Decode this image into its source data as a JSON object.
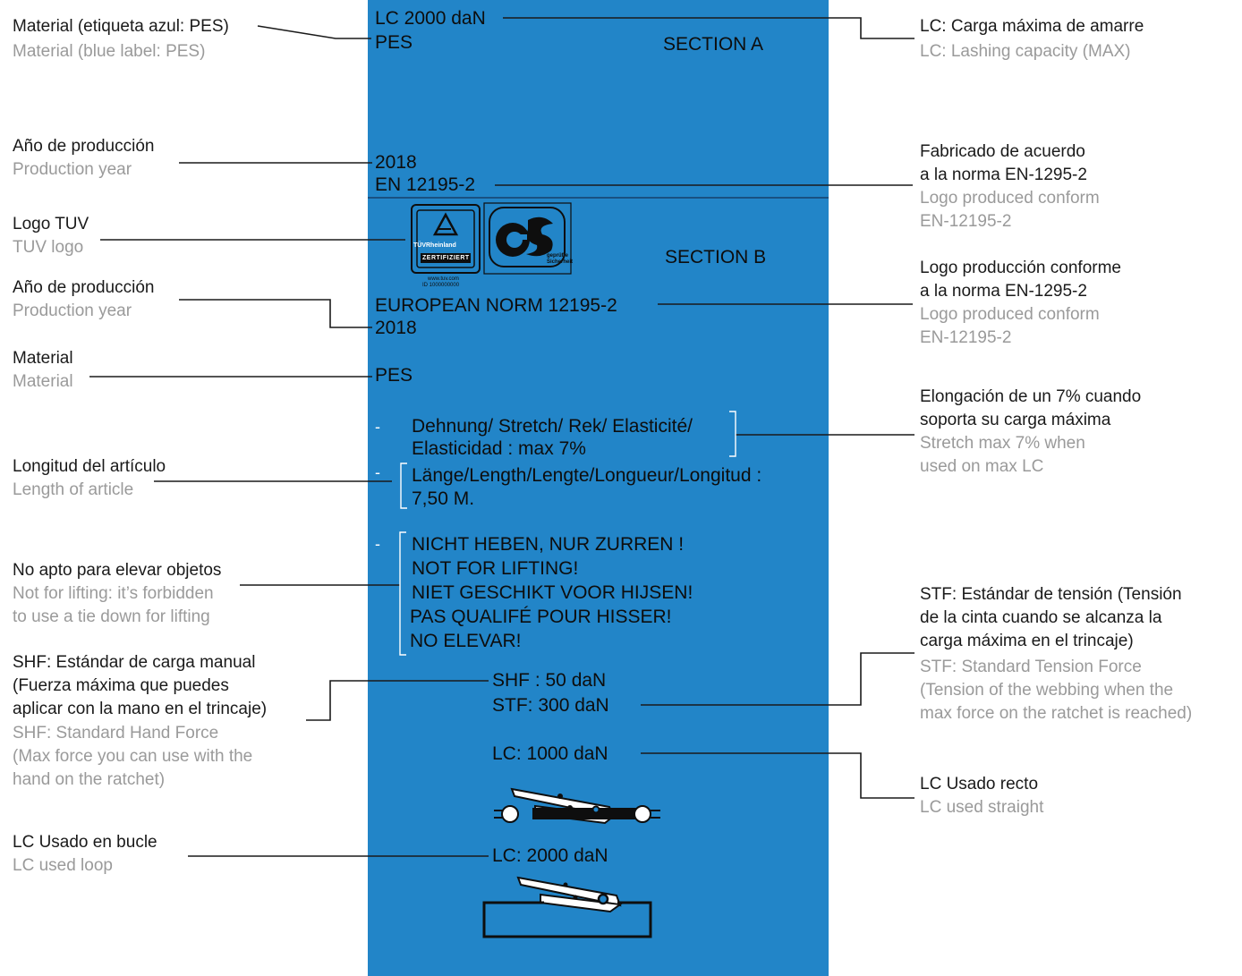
{
  "colors": {
    "label_blue": "#2285c8",
    "leader_line": "#1a1a1a",
    "english_text": "#9a9a9a",
    "spanish_text": "#1a1a1a"
  },
  "label": {
    "section_a": {
      "lc": "LC 2000 daN",
      "material": "PES",
      "title": "SECTION A",
      "year": "2018",
      "norm": "EN 12195-2"
    },
    "section_b": {
      "title": "SECTION B",
      "tuv_logo": {
        "brand": "TÜVRheinland",
        "stamp": "ZERTIFIZIERT",
        "url": "www.tuv.com",
        "id": "ID 1000000000"
      },
      "gs_logo": {
        "mark": "GS",
        "caption_1": "geprüfte",
        "caption_2": "Sicherheit"
      },
      "norm": "EUROPEAN NORM  12195-2",
      "year": "2018",
      "material": "PES",
      "dash": "-",
      "stretch_1": "Dehnung/ Stretch/ Rek/ Elasticité/",
      "stretch_2": "Elasticidad : max 7%",
      "length_1": "Länge/Length/Lengte/Longueur/Longitud :",
      "length_2": "7,50 M.",
      "warning_1": "NICHT HEBEN, NUR ZURREN !",
      "warning_2": "NOT FOR LIFTING!",
      "warning_3": "NIET GESCHIKT VOOR HIJSEN!",
      "warning_4": "PAS QUALIFÉ POUR HISSER!",
      "warning_5": "NO ELEVAR!",
      "shf": "SHF : 50 daN",
      "stf": "STF: 300 daN",
      "lc_straight": "LC: 1000 daN",
      "lc_loop": "LC:  2000 daN"
    }
  },
  "annotations_left": {
    "material_a": {
      "es": "Material (etiqueta azul: PES)",
      "en": "Material (blue label: PES)"
    },
    "year_a": {
      "es": "Año de producción",
      "en": "Production year"
    },
    "tuv": {
      "es": "Logo TUV",
      "en": "TUV logo"
    },
    "year_b": {
      "es": "Año de producción",
      "en": "Production year"
    },
    "material_b": {
      "es": "Material",
      "en": "Material"
    },
    "length": {
      "es": "Longitud del artículo",
      "en": "Length of article"
    },
    "lifting": {
      "es": "No apto para elevar objetos",
      "en_1": "Not for lifting: it’s forbidden",
      "en_2": "to use a tie down for lifting"
    },
    "shf": {
      "es_1": "SHF: Estándar de carga manual",
      "es_2": "(Fuerza máxima que puedes",
      "es_3": "aplicar con la mano en el trincaje)",
      "en_1": "SHF: Standard Hand Force",
      "en_2": "(Max force you can use with the",
      "en_3": "hand on the ratchet)"
    },
    "loop": {
      "es": "LC  Usado en bucle",
      "en": "LC used loop"
    }
  },
  "annotations_right": {
    "lc": {
      "es": "LC: Carga máxima de amarre",
      "en": "LC: Lashing capacity (MAX)"
    },
    "norm_a": {
      "es_1": "Fabricado de acuerdo",
      "es_2": "a la norma EN-1295-2",
      "en_1": "Logo produced conform",
      "en_2": "EN-12195-2"
    },
    "norm_b": {
      "es_1": "Logo producción conforme",
      "es_2": "a la norma EN-1295-2",
      "en_1": "Logo produced conform",
      "en_2": "EN-12195-2"
    },
    "stretch": {
      "es_1": "Elongación de un 7% cuando",
      "es_2": "soporta su carga máxima",
      "en_1": "Stretch max 7% when",
      "en_2": "used on max LC"
    },
    "stf": {
      "es_1": "STF: Estándar de tensión (Tensión",
      "es_2": "de la cinta cuando se alcanza la",
      "es_3": "carga máxima en el trincaje)",
      "en_1": "STF: Standard Tension Force",
      "en_2": "(Tension of the webbing when the",
      "en_3": "max force on the ratchet is reached)"
    },
    "straight": {
      "es": "LC Usado recto",
      "en": "LC used straight"
    }
  }
}
